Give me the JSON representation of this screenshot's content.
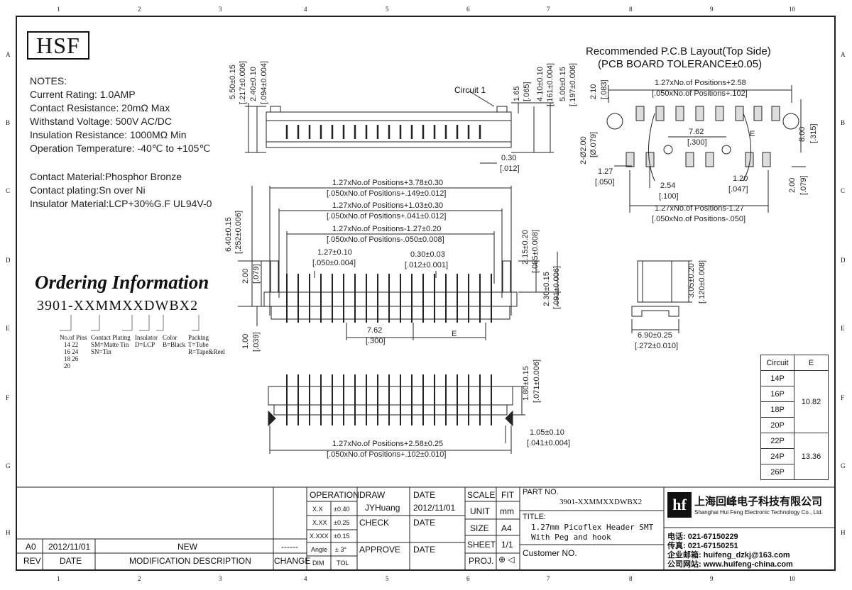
{
  "columns": [
    "1",
    "2",
    "3",
    "4",
    "5",
    "6",
    "7",
    "8",
    "9",
    "10"
  ],
  "rows": [
    "A",
    "B",
    "C",
    "D",
    "E",
    "F",
    "G",
    "H"
  ],
  "logo": "HSF",
  "notes": {
    "heading": "NOTES:",
    "lines": [
      "Current Rating: 1.0AMP",
      "Contact Resistance: 20mΩ Max",
      "Withstand Voltage: 500V AC/DC",
      "Insulation Resistance: 1000MΩ Min",
      "Operation Temperature: -40℃ to +105℃"
    ],
    "materials": [
      "Contact Material:Phosphor Bronze",
      "Contact plating:Sn over Ni",
      "Insulator Material:LCP+30%G.F UL94V-0"
    ]
  },
  "ordering": {
    "title": "Ordering Information",
    "code": "3901-XXMMXXDWBX2",
    "pins_label": "No.of Pins",
    "pins": [
      "14  22",
      "16  24",
      "18  26",
      "20"
    ],
    "plating_label": "Contact Plating",
    "plating": [
      "SM=Matte Tin",
      "SN=Tin"
    ],
    "insulator_label": "Insulator",
    "insulator": [
      "D=LCP"
    ],
    "color_label": "Color",
    "color": [
      "B=Black"
    ],
    "packing_label": "Packing",
    "packing": [
      "T=Tube",
      "R=Tape&Reel"
    ]
  },
  "pcb": {
    "title1": "Recommended P.C.B Layout(Top Side)",
    "title2": "(PCB BOARD TOLERANCE±0.05)"
  },
  "dims": {
    "d550": "5.50±0.15",
    "d550i": "[.217±0.006]",
    "d240": "2.40±0.10",
    "d240i": "[.094±0.004]",
    "circuit1": "Circuit 1",
    "d165": "1.65",
    "d165i": "[.065]",
    "d410": "4.10±0.10",
    "d410i": "[.161±0.004]",
    "d500": "5.00±0.15",
    "d500i": "[.197±0.006]",
    "d030": "0.30",
    "d030i": "[.012]",
    "p210": "2.10",
    "p210i": "[.083]",
    "p258": "1.27xNo.of Positions+2.58",
    "p258i": "[.050xNo.of Positions+.102]",
    "p200dia": "2-Ø2.00",
    "p200diai": "[Ø.079]",
    "p762": "7.62",
    "p762i": "[.300]",
    "pE": "E",
    "p800": "8.00",
    "p800i": "[.315]",
    "p127": "1.27",
    "p127i": "[.050]",
    "p254": "2.54",
    "p254i": "[.100]",
    "p120": "1.20",
    "p120i": "[.047]",
    "p200": "2.00",
    "p200i": "[.079]",
    "p127m": "1.27xNo.of Positions-1.27",
    "p127mi": "[.050xNo.of Positions-.050]",
    "f378": "1.27xNo.of Positions+3.78±0.30",
    "f378i": "[.050xNo.of Positions+.149±0.012]",
    "f103": "1.27xNo.of Positions+1.03±0.30",
    "f103i": "[.050xNo.of Positions+.041±0.012]",
    "f127": "1.27xNo.of Positions-1.27±0.20",
    "f127i": "[.050xNo.of Positions-.050±0.008]",
    "f640": "6.40±0.15",
    "f640i": "[.252±0.006]",
    "f12710": "1.27±0.10",
    "f12710i": "[.050±0.004]",
    "f003": "0.30±0.03",
    "f003i": "[.012±0.001]",
    "f215": "2.15±0.20",
    "f215i": "[.085±0.008]",
    "f230": "2.30±0.15",
    "f230i": "[.091±0.006]",
    "f200": "2.00",
    "f200i": "[.079]",
    "f100": "1.00",
    "f100i": "[.039]",
    "f762": "7.62",
    "f762i": "[.300]",
    "fE": "E",
    "s305": "3.05±0.20",
    "s305i": "[.120±0.008]",
    "s690": "6.90±0.25",
    "s690i": "[.272±0.010]",
    "b180": "1.80±0.15",
    "b180i": "[.071±0.006]",
    "b105": "1.05±0.10",
    "b105i": "[.041±0.004]",
    "b258": "1.27xNo.of Positions+2.58±0.25",
    "b258i": "[.050xNo.of Positions+.102±0.010]"
  },
  "circuit_table": {
    "h1": "Circuit",
    "h2": "E",
    "rows": [
      "14P",
      "16P",
      "18P",
      "20P",
      "22P",
      "24P",
      "26P"
    ],
    "e1": "10.82",
    "e2": "13.36"
  },
  "title_block": {
    "rev_a0": "A0",
    "rev_date": "2012/11/01",
    "rev_desc": "NEW",
    "rev_change": "------",
    "rev_h": "REV",
    "date_h": "DATE",
    "mod_h": "MODIFICATION DESCRIPTION",
    "change_h": "CHANGE",
    "operation": "OPERATION",
    "xx": "X.X",
    "xx_t": "±0.40",
    "xxx": "X.XX",
    "xxx_t": "±0.25",
    "xxxx": "X.XXX",
    "xxxx_t": "±0.15",
    "angle": "Angle",
    "angle_t": "± 3°",
    "dim": "DIM",
    "tol": "TOL",
    "draw": "DRAW",
    "drawer": "JYHuang",
    "check": "CHECK",
    "approve": "APPROVE",
    "date": "DATE",
    "date_val": "2012/11/01",
    "date2": "DATE",
    "date3": "DATE",
    "scale": "SCALE",
    "fit": "FIT",
    "unit": "UNIT",
    "unit_val": "mm",
    "size": "SIZE",
    "size_val": "A4",
    "sheet": "SHEET",
    "sheet_val": "1/1",
    "proj": "PROJ.",
    "part_no_label": "PART NO.",
    "part_no": "3901-XXMMXXDWBX2",
    "title_label": "TITLE:",
    "title1": "1.27mm Picoflex Header SMT",
    "title2": "With Peg and hook",
    "customer": "Customer NO.",
    "company_cn": "上海回峰电子科技有限公司",
    "company_en": "Shanghai Hui Feng Electronic Technology Co., Ltd.",
    "tel": "电话: 021-67150229",
    "fax": "传真: 021-67150251",
    "email": "企业邮箱: huifeng_dzkj@163.com",
    "web": "公司网站: www.huifeng-china.com"
  }
}
